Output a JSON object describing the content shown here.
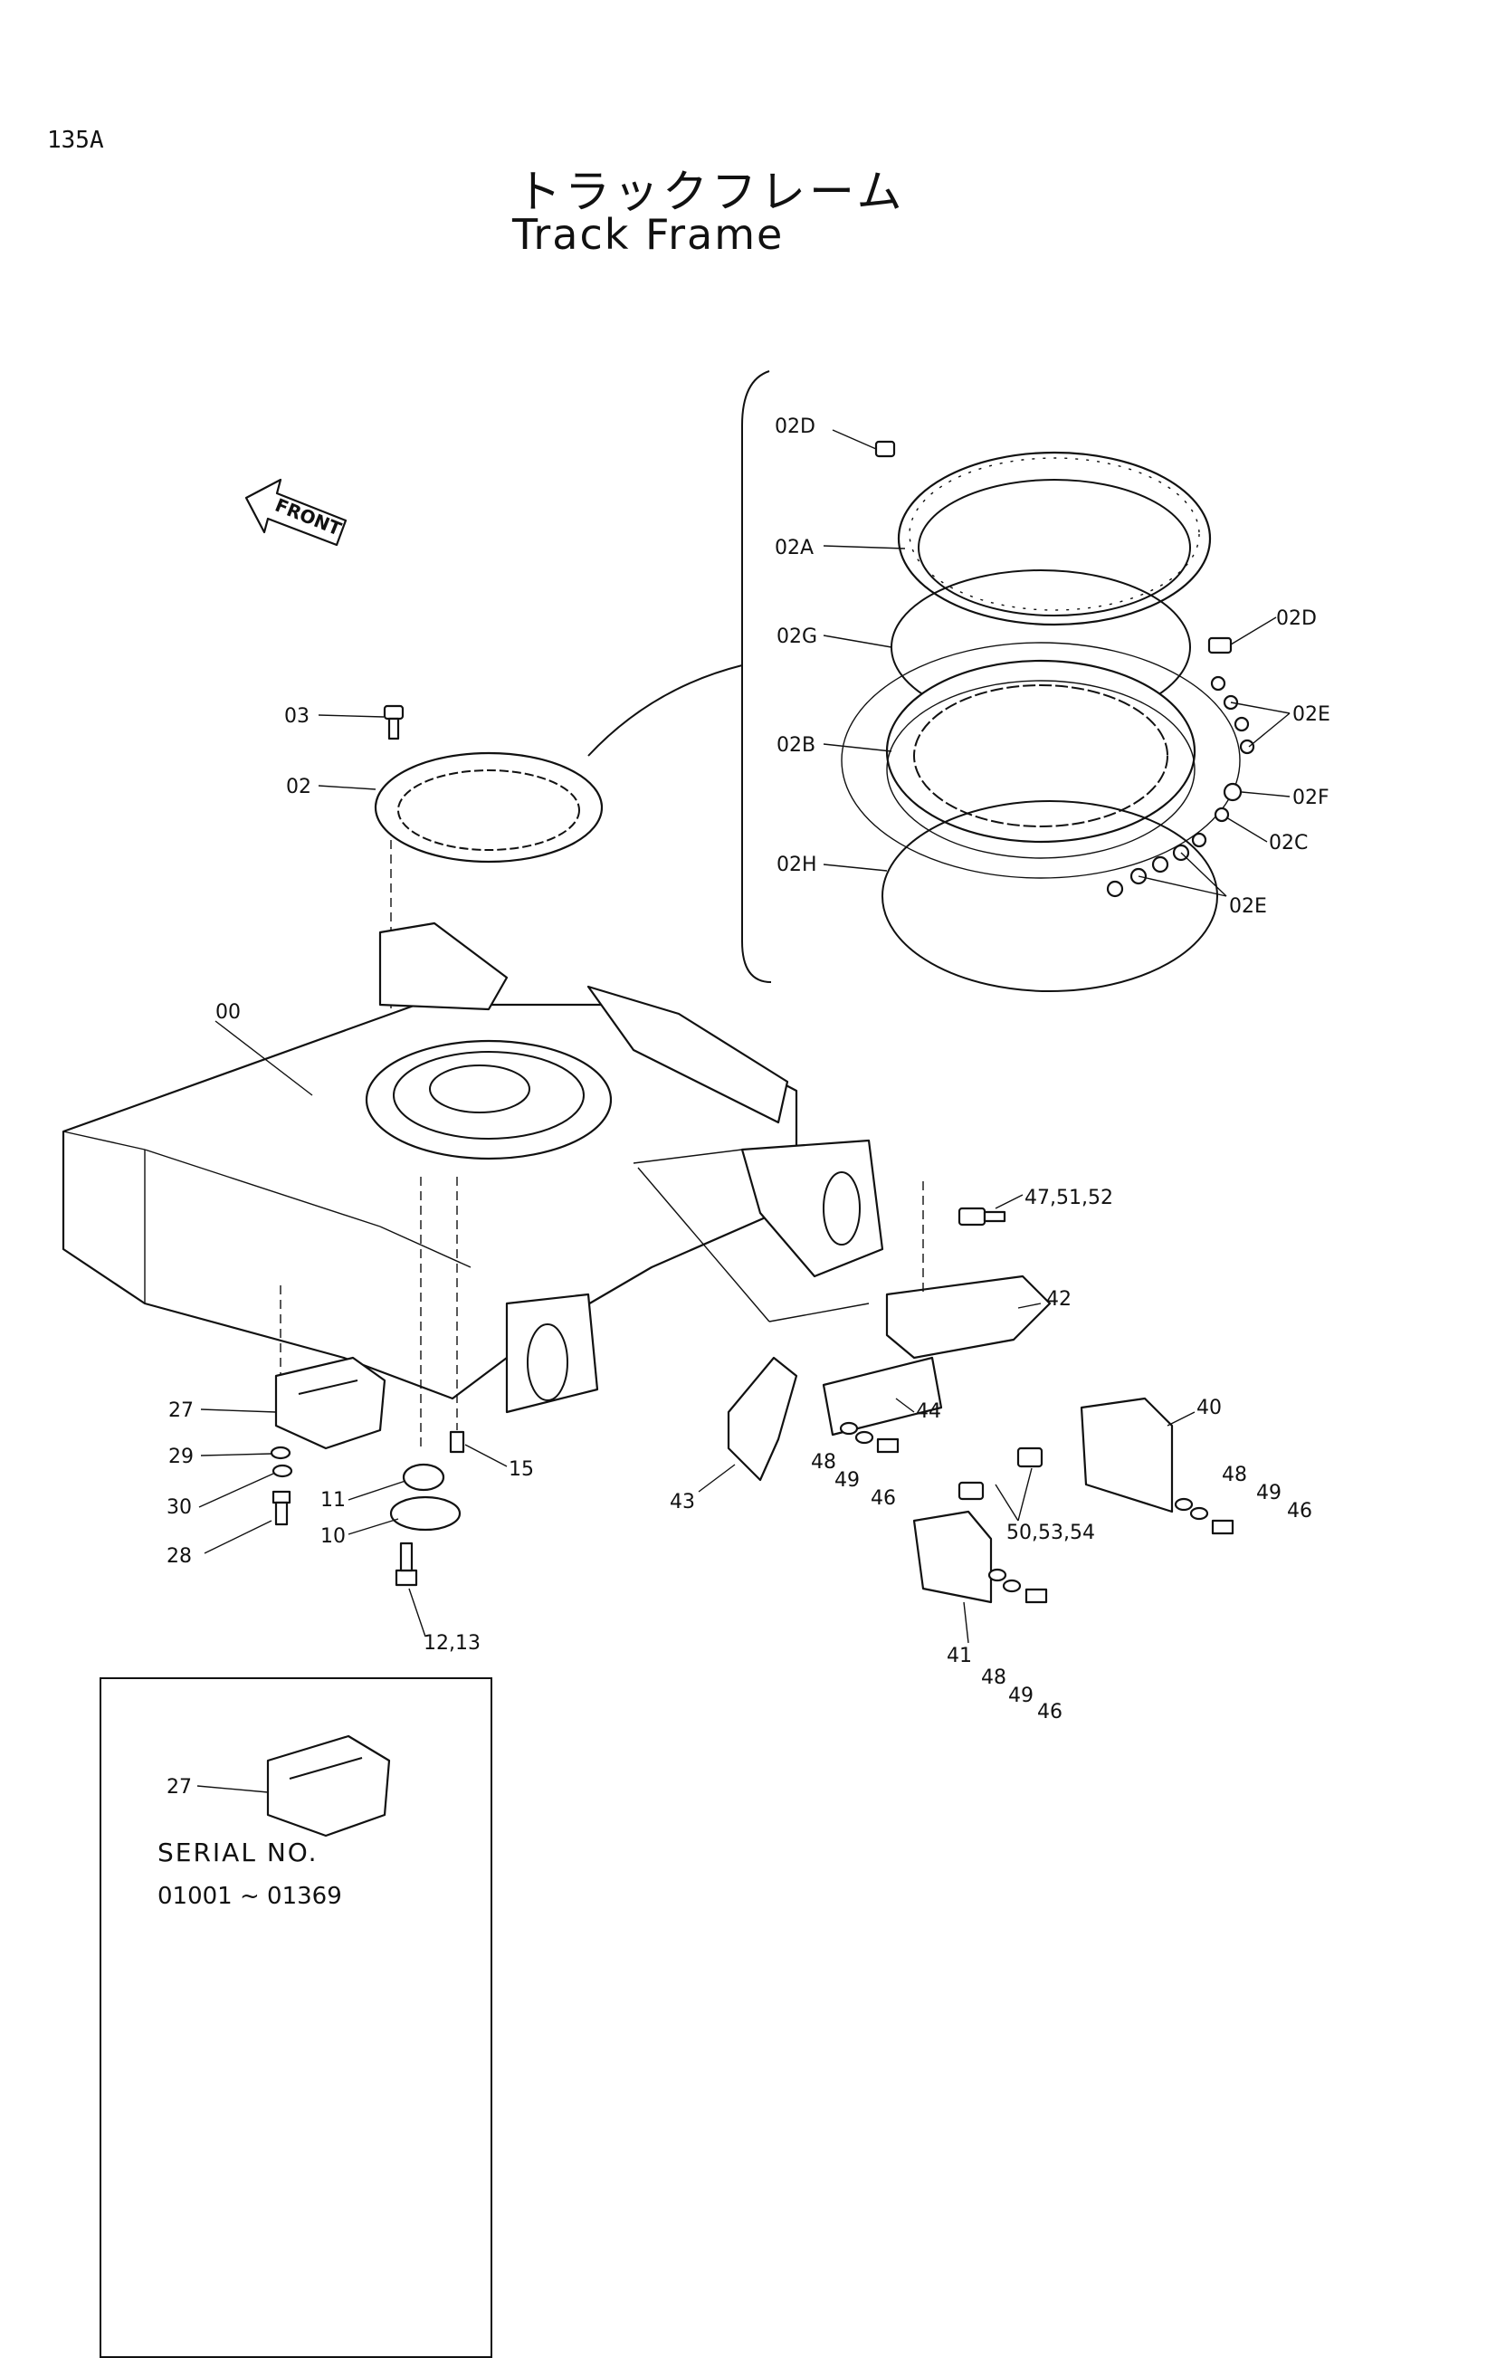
{
  "page": {
    "code": "135A",
    "title_jp": "トラックフレーム",
    "title_en": "Track Frame"
  },
  "front_marker": "FRONT",
  "callouts": {
    "c02D_a": "02D",
    "c02A": "02A",
    "c02G": "02G",
    "c02D_b": "02D",
    "c02E_a": "02E",
    "c02B": "02B",
    "c02F": "02F",
    "c02C": "02C",
    "c02H": "02H",
    "c02E_b": "02E",
    "c03": "03",
    "c02": "02",
    "c00": "00",
    "c47": "47,51,52",
    "c42": "42",
    "c44": "44",
    "c40": "40",
    "c27": "27",
    "c29": "29",
    "c30": "30",
    "c28": "28",
    "c11": "11",
    "c10": "10",
    "c15": "15",
    "c12": "12,13",
    "c48_a": "48",
    "c49_a": "49",
    "c46_a": "46",
    "c43": "43",
    "c50": "50,53,54",
    "c48_b": "48",
    "c49_b": "49",
    "c46_b": "46",
    "c41": "41",
    "c48_c": "48",
    "c49_c": "49",
    "c46_c": "46"
  },
  "inset": {
    "callout": "27",
    "serial_label": "SERIAL  NO.",
    "serial_range": "01001 ~ 01369"
  }
}
